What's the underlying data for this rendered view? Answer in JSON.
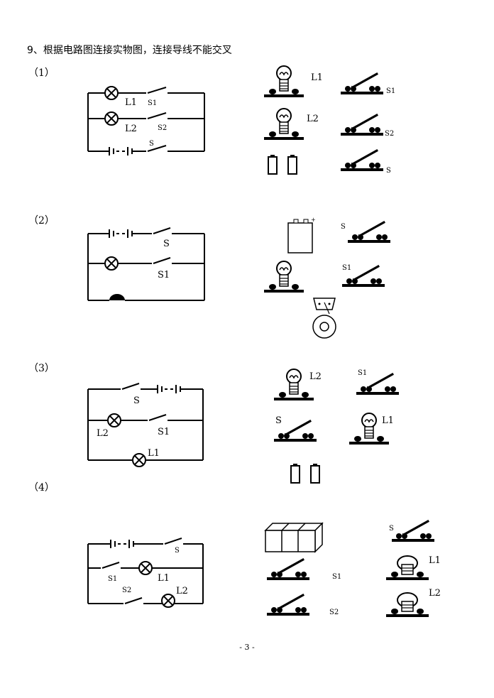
{
  "question": {
    "title": "9、根据电路图连接实物图，连接导线不能交叉"
  },
  "parts": [
    {
      "number": "（1）",
      "circuit": {
        "l1": "L1",
        "l2": "L2",
        "s1": "S1",
        "s2": "S2",
        "s": "S"
      },
      "objects": {
        "l1": "L1",
        "l2": "L2",
        "s1": "S1",
        "s2": "S2",
        "s": "S"
      }
    },
    {
      "number": "（2）",
      "circuit": {
        "s": "S",
        "s1": "S1"
      },
      "objects": {
        "s": "S",
        "s1": "S1"
      }
    },
    {
      "number": "（3）",
      "circuit": {
        "s": "S",
        "l2": "L2",
        "s1": "S1",
        "l1": "L1"
      },
      "objects": {
        "l2": "L2",
        "s1": "S1",
        "s": "S",
        "l1": "L1"
      }
    },
    {
      "number": "（4）",
      "circuit": {
        "s": "S",
        "s1": "S1",
        "l1": "L1",
        "s2": "S2",
        "l2": "L2"
      },
      "objects": {
        "s": "S",
        "s1": "S1",
        "l1": "L1",
        "s2": "S2",
        "l2": "L2"
      }
    }
  ],
  "footer": {
    "page": "- 3 -"
  }
}
